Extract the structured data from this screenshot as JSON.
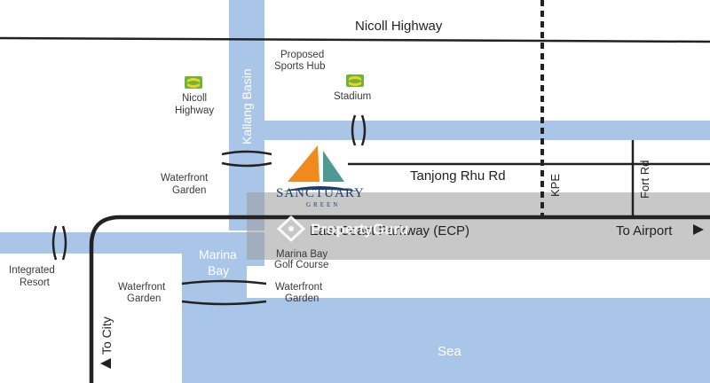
{
  "map": {
    "roads": {
      "nicoll_highway": "Nicoll Highway",
      "tanjong_rhu": "Tanjong Rhu Rd",
      "kpe": "KPE",
      "fort_rd": "Fort Rd",
      "ecp": "East Coast Parkway (ECP)",
      "to_airport": "To Airport",
      "to_city": "To City"
    },
    "water": {
      "kallang_basin": "Kallang Basin",
      "marina_bay_1": "Marina",
      "marina_bay_2": "Bay",
      "sea": "Sea"
    },
    "places": {
      "proposed_sports_hub_1": "Proposed",
      "proposed_sports_hub_2": "Sports Hub",
      "stadium": "Stadium",
      "nicoll_station_1": "Nicoll",
      "nicoll_station_2": "Highway",
      "waterfront_garden_top_1": "Waterfront",
      "waterfront_garden_top_2": "Garden",
      "integrated_resort_1": "Integrated",
      "integrated_resort_2": "Resort",
      "waterfront_garden_left_1": "Waterfront",
      "waterfront_garden_left_2": "Garden",
      "waterfront_garden_right_1": "Waterfront",
      "waterfront_garden_right_2": "Garden",
      "golf_course_1": "Marina Bay",
      "golf_course_2": "Golf Course"
    },
    "logo": {
      "name": "SANCTUARY",
      "sub": "GREEN"
    },
    "watermark": "PropertyGuru",
    "colors": {
      "water": "#a9c5e8",
      "road": "#222222",
      "mrt_green": "#6db33f",
      "mrt_yellow": "#f2d21b",
      "sail_orange": "#f08a1d",
      "sail_teal": "#4e9a93",
      "logo_navy": "#1d3f6e"
    },
    "icons": [
      "mrt-station-icon",
      "arrow-right-icon",
      "arrow-down-icon",
      "logo-sail-icon",
      "watermark-house-icon"
    ]
  }
}
